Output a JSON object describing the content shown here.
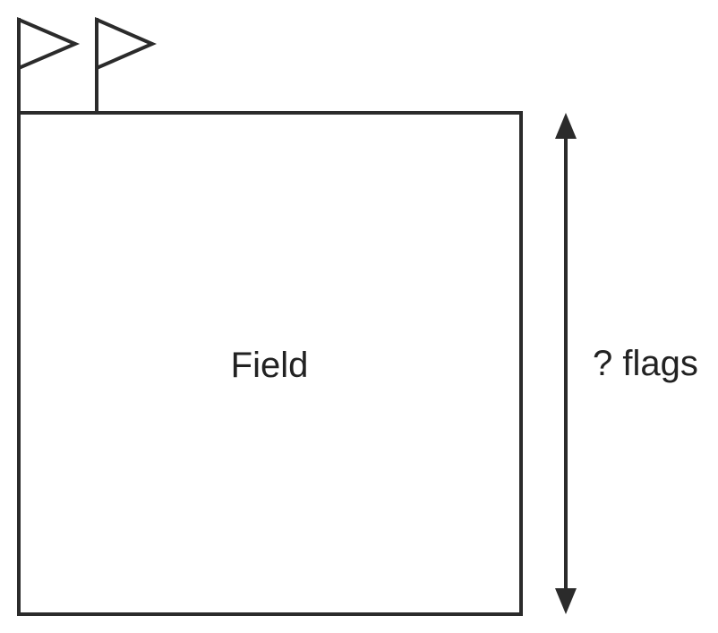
{
  "diagram": {
    "field_label": "Field",
    "dimension_label": "? flags",
    "flag_count": 2,
    "stroke_color": "#2b2b2b"
  }
}
